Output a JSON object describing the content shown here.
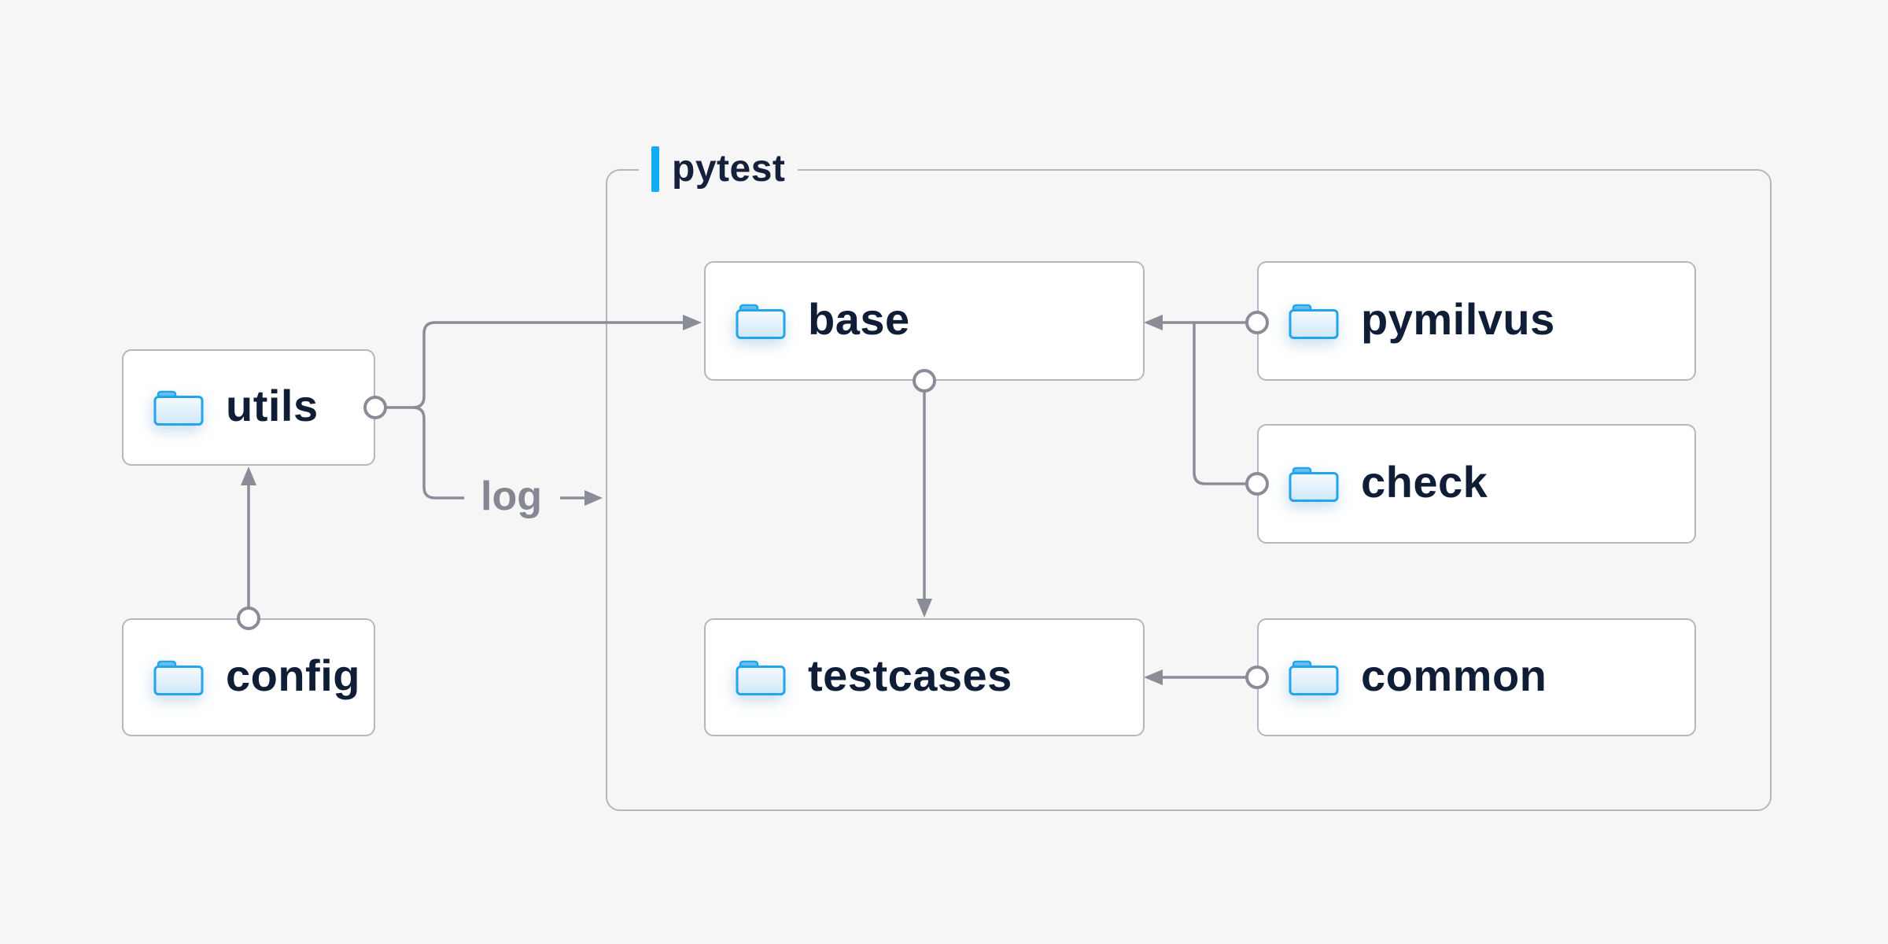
{
  "page": {
    "background": "#f6f6f7"
  },
  "diagram": {
    "group": {
      "label": "pytest",
      "accent_color": "#12acf3"
    },
    "nodes": [
      {
        "id": "utils",
        "label": "utils",
        "icon": "folder-icon",
        "group": null
      },
      {
        "id": "config",
        "label": "config",
        "icon": "folder-icon",
        "group": null
      },
      {
        "id": "base",
        "label": "base",
        "icon": "folder-icon",
        "group": "pytest"
      },
      {
        "id": "pymilvus",
        "label": "pymilvus",
        "icon": "folder-icon",
        "group": "pytest"
      },
      {
        "id": "check",
        "label": "check",
        "icon": "folder-icon",
        "group": "pytest"
      },
      {
        "id": "testcases",
        "label": "testcases",
        "icon": "folder-icon",
        "group": "pytest"
      },
      {
        "id": "common",
        "label": "common",
        "icon": "folder-icon",
        "group": "pytest"
      }
    ],
    "edges": [
      {
        "from": "utils",
        "to": "base",
        "style": "arrow",
        "label": ""
      },
      {
        "from": "utils",
        "to": "pytest-group",
        "style": "arrow",
        "label": "log"
      },
      {
        "from": "config",
        "to": "utils",
        "style": "arrow",
        "label": ""
      },
      {
        "from": "base",
        "to": "testcases",
        "style": "arrow",
        "label": ""
      },
      {
        "from": "pymilvus",
        "to": "base",
        "style": "arrow",
        "label": ""
      },
      {
        "from": "check",
        "to": "base",
        "style": "arrow",
        "label": ""
      },
      {
        "from": "common",
        "to": "testcases",
        "style": "arrow",
        "label": ""
      }
    ],
    "edge_label": "log",
    "colors": {
      "background": "#f6f6f7",
      "node_fill": "#ffffff",
      "node_border": "#b5b6c2",
      "connector": "#8a8d97",
      "node_label_text": "#101d36",
      "edge_label_text": "#858893",
      "group_accent": "#12acf3",
      "folder_stroke": "#24a4e9",
      "folder_fill_top": "#f5fbff",
      "folder_fill_bottom": "#cfe7f8",
      "folder_tab": "#4cb3ee"
    }
  }
}
